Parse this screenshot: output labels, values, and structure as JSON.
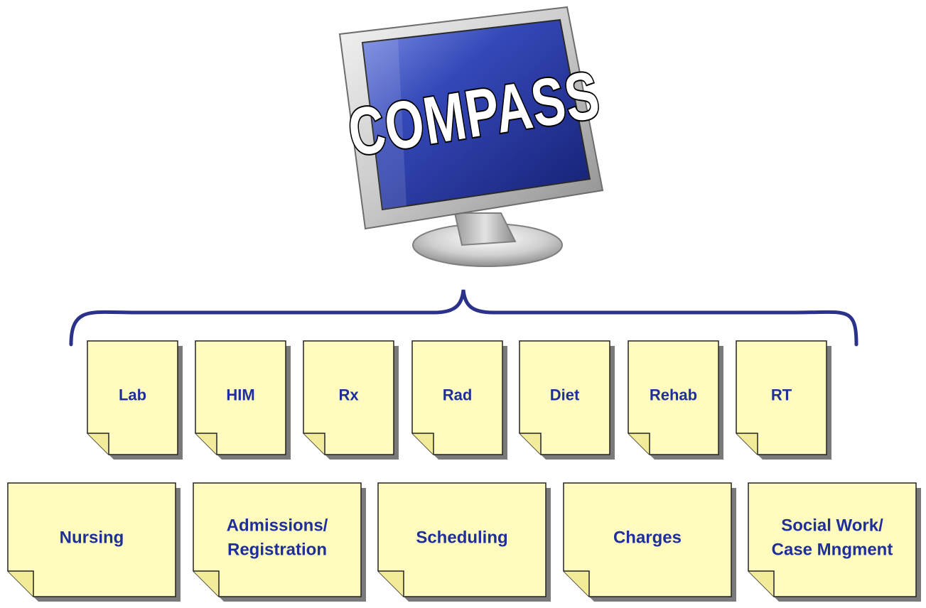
{
  "monitor": {
    "screen_title": "COMPASS"
  },
  "modules_row1": [
    "Lab",
    "HIM",
    "Rx",
    "Rad",
    "Diet",
    "Rehab",
    "RT"
  ],
  "modules_row2": [
    [
      "Nursing"
    ],
    [
      "Admissions/",
      "Registration"
    ],
    [
      "Scheduling"
    ],
    [
      "Charges"
    ],
    [
      "Social Work/",
      "Case Mngment"
    ]
  ],
  "colors": {
    "note_fill": "#fffbbf",
    "note_border": "#222222",
    "note_shadow": "#7a7a7a",
    "label_text": "#1f2f9a",
    "brace": "#2c3289",
    "screen_blue": "#20308c"
  }
}
